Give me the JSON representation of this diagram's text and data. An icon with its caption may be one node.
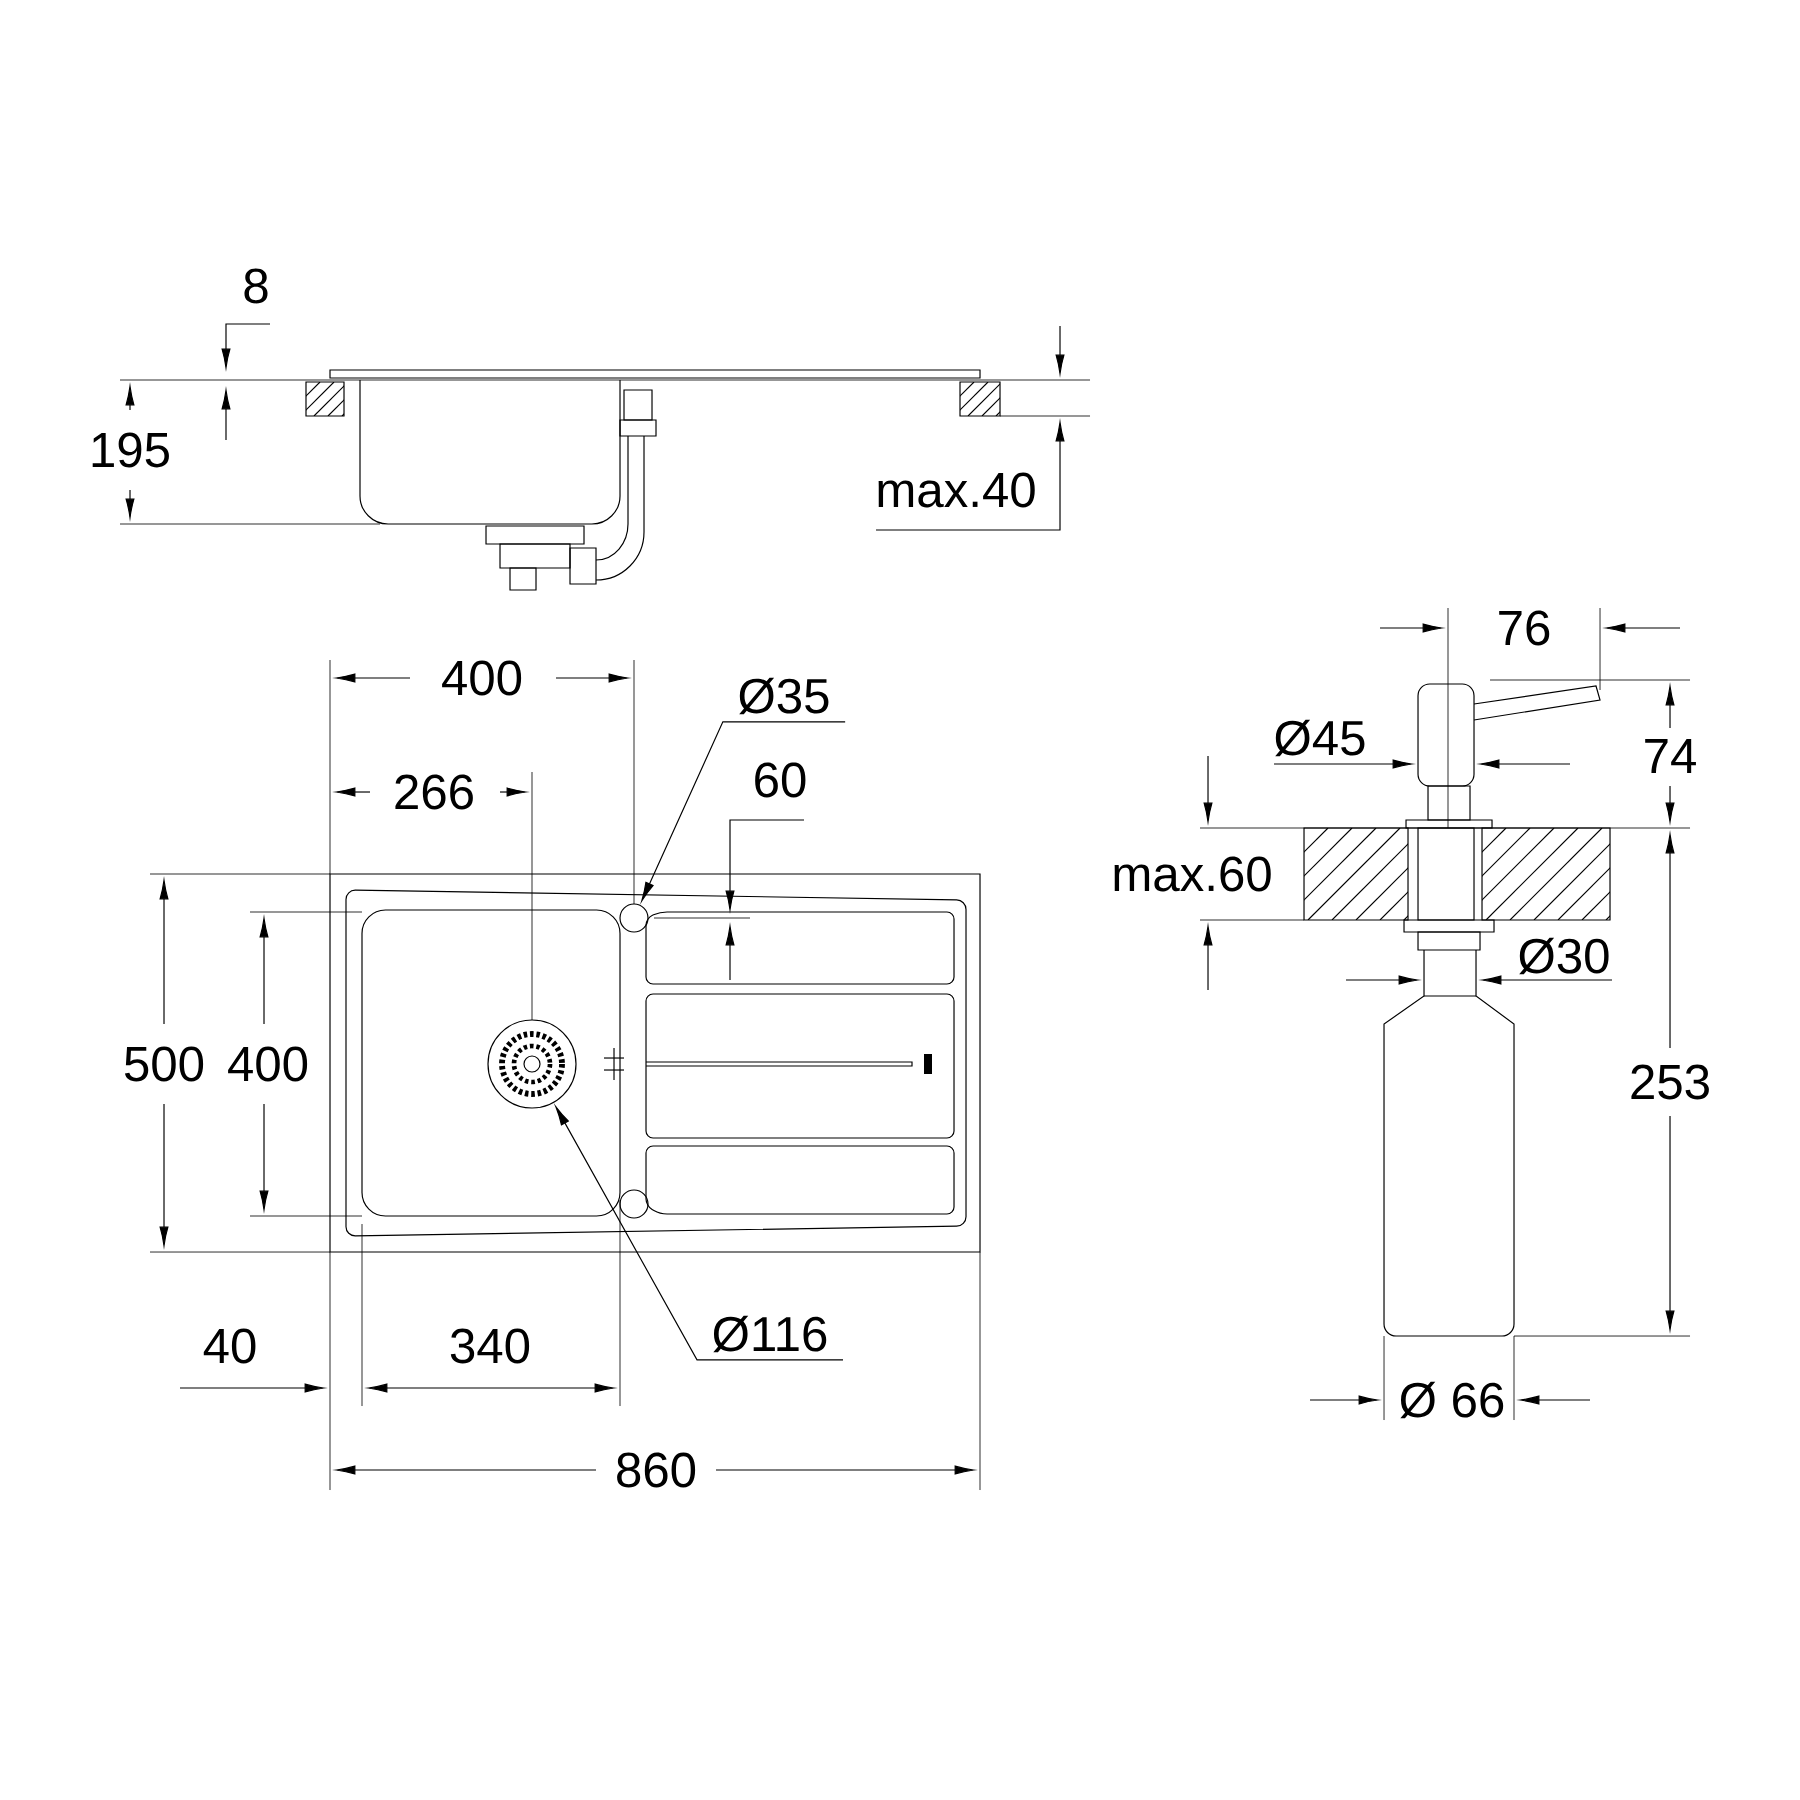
{
  "diagram": {
    "nodes": [
      {
        "text": [
          "Ø35"
        ]
      },
      {
        "text": [],
        "shape": "circle"
      },
      {
        "text": [
          "Ø116"
        ]
      },
      {
        "text": [],
        "shape": "circle"
      }
    ],
    "edges": [
      {
        "from": 0,
        "to": 1,
        "arrow": "to"
      },
      {
        "from": 2,
        "to": 3,
        "arrow": "to"
      }
    ],
    "labels": [
      "8",
      "195",
      "max.40",
      "400",
      "76",
      "Ø45",
      "74",
      "266",
      "60",
      "max.60",
      "500",
      "400",
      "Ø30",
      "253",
      "40",
      "340",
      "Ø 66",
      "860"
    ]
  }
}
